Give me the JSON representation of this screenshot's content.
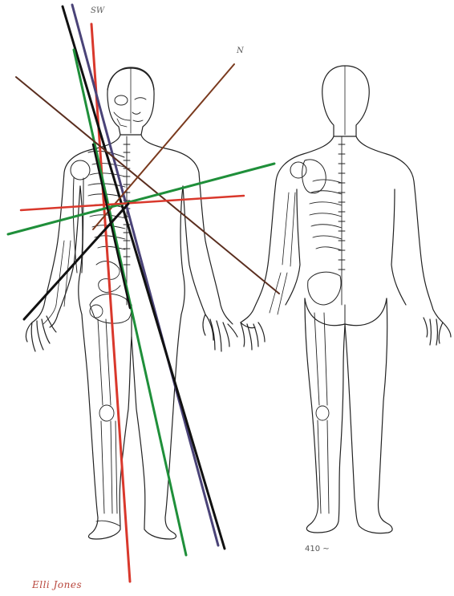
{
  "labels": {
    "top_label": "SW",
    "right_label": "N",
    "plate_number": "410 ~",
    "signature": "Elli Jones"
  },
  "colors": {
    "ink": "#222222",
    "red": "#d9382c",
    "green": "#1f8f3a",
    "purple": "#4a4378",
    "black": "#111111",
    "brown": "#5a2e1f",
    "signature": "#b8463c"
  },
  "figures": [
    "front-view-figure",
    "back-view-figure"
  ]
}
